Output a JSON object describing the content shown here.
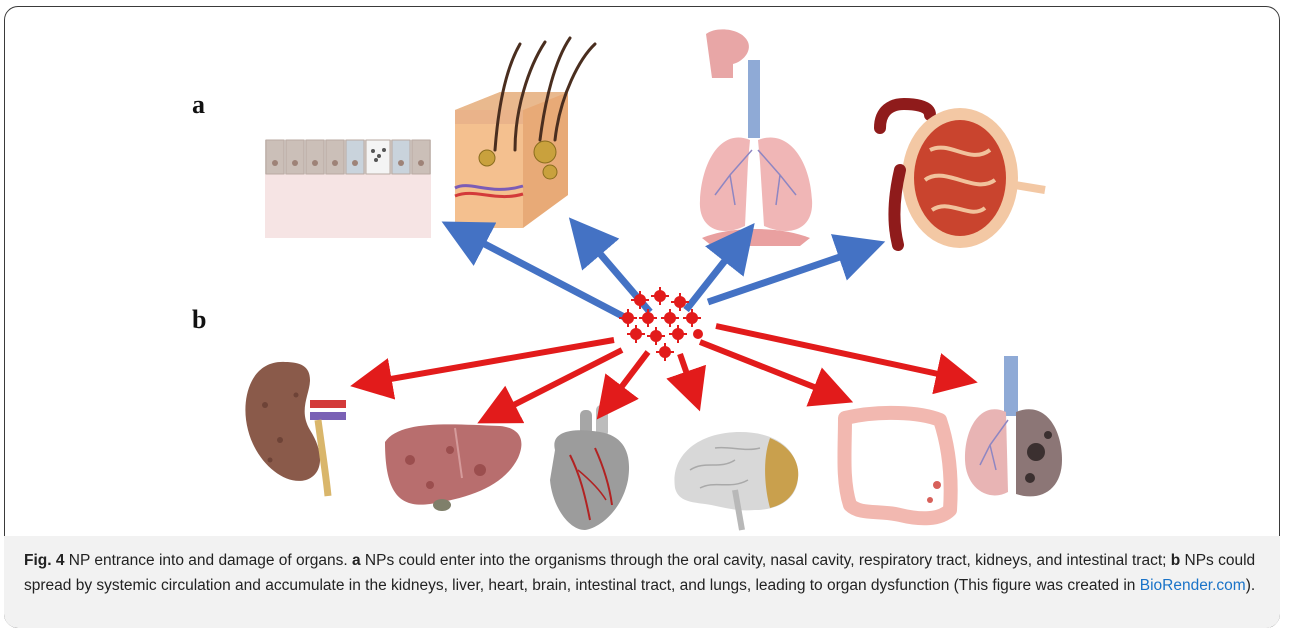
{
  "figure": {
    "panel_a_label": "a",
    "panel_b_label": "b",
    "colors": {
      "blue_arrow": "#4472c4",
      "red_arrow": "#e21b1b",
      "nanoparticle": "#e21b1b",
      "caption_bg": "#f2f2f2",
      "link": "#1a73c8"
    },
    "panel_a_organs": [
      "intestinal-epithelium",
      "skin",
      "respiratory-tract",
      "kidney-glomerulus"
    ],
    "panel_b_organs": [
      "kidney",
      "liver",
      "heart",
      "brain",
      "intestine",
      "lungs"
    ]
  },
  "caption": {
    "fig_label": "Fig. 4",
    "title": " NP entrance into and damage of organs. ",
    "a_label": "a",
    "a_text": " NPs could enter into the organisms through the oral cavity, nasal cavity, respiratory tract, kidneys, and intestinal tract; ",
    "b_label": "b",
    "b_text": " NPs could spread by systemic circulation and accumulate in the kidneys, liver, heart, brain, intestinal tract, and lungs, leading to organ dysfunction (This figure was created in ",
    "link_text": "BioRender.com",
    "end_text": ")."
  }
}
